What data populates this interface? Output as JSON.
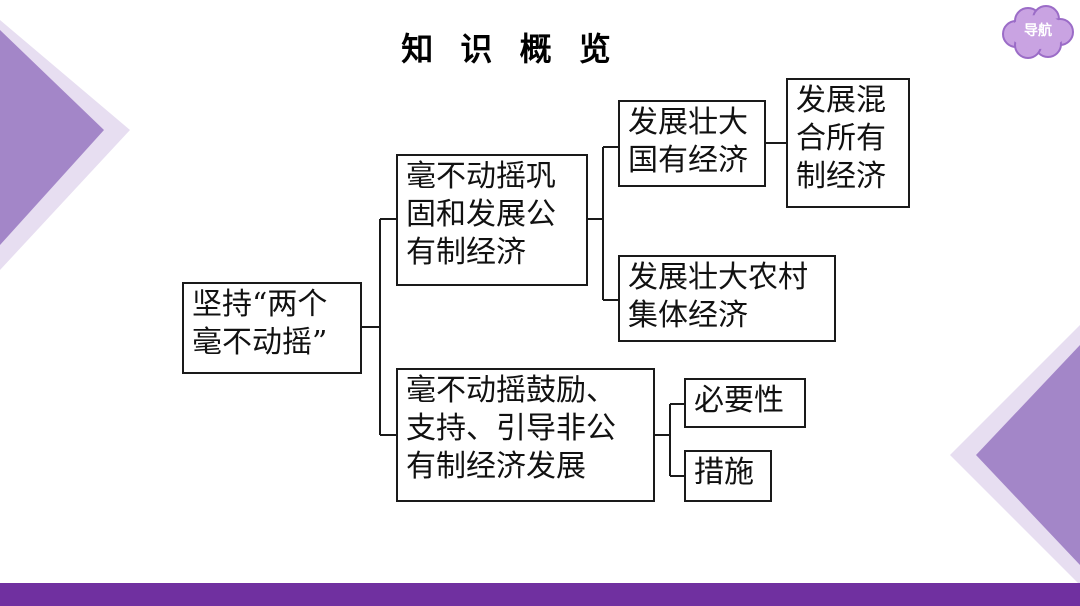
{
  "page": {
    "title": "知 识 概 览"
  },
  "nav": {
    "label": "导航"
  },
  "theme": {
    "accent": "#7030a0",
    "light_accent": "#c6b2dc",
    "mid_accent": "#a386c8",
    "box_border": "#1a1a1a"
  },
  "diagram": {
    "root": "坚持“两个毫不动摇”",
    "branch_public": "毫不动摇巩固和发展公有制经济",
    "branch_private": "毫不动摇鼓励、支持、引导非公有制经济发展",
    "state_economy": "发展壮大国有经济",
    "mixed_ownership": "发展混合所有制经济",
    "collective_economy": "发展壮大农村集体经济",
    "necessity": "必要性",
    "measures": "措施"
  }
}
